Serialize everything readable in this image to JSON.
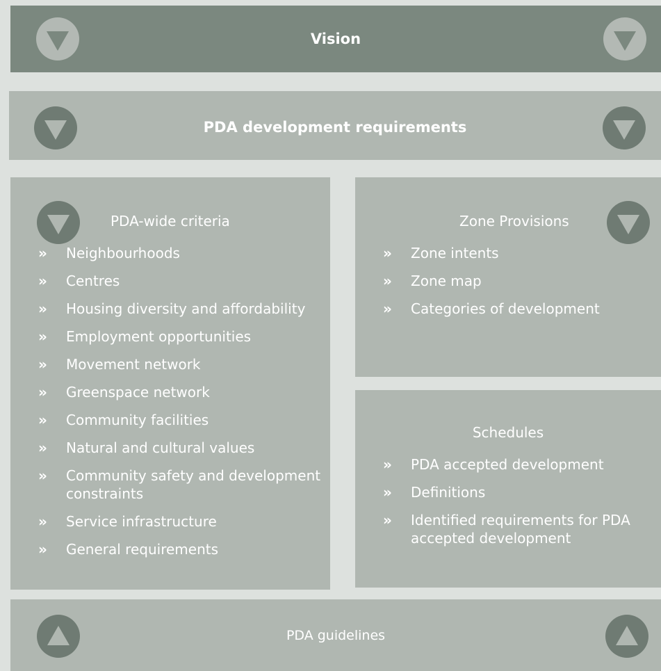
{
  "vision": {
    "title": "Vision"
  },
  "pda_requirements": {
    "title": "PDA development requirements"
  },
  "pda_wide_criteria": {
    "title": "PDA-wide criteria",
    "bullet": "»",
    "items": [
      "Neighbourhoods",
      "Centres",
      "Housing diversity and affordability",
      "Employment opportunities",
      "Movement network",
      "Greenspace network",
      "Community facilities",
      "Natural and cultural values",
      "Community safety and development constraints",
      "Service infrastructure",
      "General requirements"
    ]
  },
  "zone_provisions": {
    "title": "Zone Provisions",
    "bullet": "»",
    "items": [
      "Zone intents",
      "Zone map",
      "Categories of development"
    ]
  },
  "schedules": {
    "title": "Schedules",
    "bullet": "»",
    "items": [
      "PDA accepted development",
      "Definitions",
      "Identified requirements for PDA accepted development"
    ]
  },
  "pda_guidelines": {
    "title": "PDA guidelines"
  },
  "colors": {
    "background": "#dde1de",
    "vision_bar": "#7b887f",
    "panel": "#b0b7b1",
    "icon_dark": "#6f7b73",
    "icon_light": "#b3b9b4",
    "text": "#ffffff"
  },
  "icons": {
    "down": "triangle-down-icon",
    "up": "triangle-up-icon"
  }
}
